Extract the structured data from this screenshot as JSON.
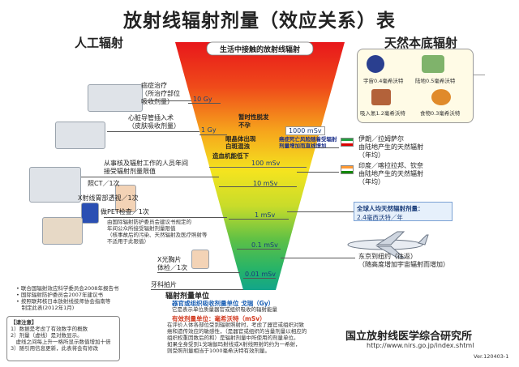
{
  "title": "放射线辐射剂量（效应关系）表",
  "left_heading": "人工辐射",
  "right_heading": "天然本底辐射",
  "funnel_header": "生活中接触的放射线辐射",
  "levels": [
    {
      "label": "10 Gy"
    },
    {
      "label": "1 Gy"
    },
    {
      "label": "1000 mSv"
    },
    {
      "label": "100 mSv"
    },
    {
      "label": "10 mSv"
    },
    {
      "label": "1 mSv"
    },
    {
      "label": "0.1 mSv"
    },
    {
      "label": "0.01 mSv"
    }
  ],
  "funnel_effects": {
    "e1": "暂时性脱发",
    "e2": "不孕",
    "e3": "眼晶体出现",
    "e4": "白斑混浊",
    "e5": "造血机能低下",
    "cancer1": "癌症死亡风险随着受辐射",
    "cancer2": "剂量增加而直线增加"
  },
  "left_items": {
    "cancer_treat": [
      "癌症治疗",
      "（所治疗部位",
      "吸收剂量）"
    ],
    "cardiac": [
      "心脏导管插入术",
      "（皮肤吸收剂量）"
    ],
    "worker": [
      "从事核及辐射工作的人员年间",
      "接受辐射剂量限值"
    ],
    "ct": "照CT／1次",
    "xray_stomach": "X射线胃部透视／1次",
    "pet": "做PET检查／1次",
    "public": [
      "由国际辐射防护委员会建议书规定的",
      "年间公众所接受辐射剂量限值",
      "（核事故后的污染、天然辐射及医疗照射等",
      "不适用于此限值）"
    ],
    "chest": [
      "X光胸片",
      "体检／1次"
    ],
    "dental": "牙科拍片"
  },
  "right_items": {
    "space": "宇宙0.4毫希沃特",
    "ground": "陆地0.5毫希沃特",
    "radon": "吸入氡1.2毫希沃特",
    "food": "食物0.3毫希沃特",
    "iran": [
      "伊朗／拉姆萨尔",
      "由陆地产生的天然辐射",
      "（年均）"
    ],
    "india": [
      "印度／喀拉拉邦、钦奈",
      "由陆地产生的天然辐射",
      "（年均）"
    ],
    "global_avg_title": "全球人均天然辐射剂量：",
    "global_avg_value": "2.4毫西沃特／年",
    "flight": [
      "东京到纽约（往返）",
      "（随高度增加宇宙辐射而增加）"
    ]
  },
  "notes": [
    "• 联合国辐射效应科学委员会2008年报告书",
    "• 国际辐射防护委员会2007年建议书",
    "• 按照联邦核日本放射线技师协会指南等",
    "　制定此表(2012年1月)"
  ],
  "legend_box": {
    "title": "【请注意】",
    "lines": [
      "1）数据是考虑了有效数字的概数",
      "2）剂量（虚线）是对数显示。",
      "　虚线之间每上升一格所显示数值增加十倍",
      "3）随引用信息更新，此表将会有修改"
    ]
  },
  "units": {
    "heading": "辐射剂量单位",
    "absorbed": "器官或组织吸收剂量单位 戈瑞（Gy）",
    "absorbed_desc": "它是表示单位质量器官或组织吸收的辐射能量",
    "effective": "有效剂量单位：毫希沃特（mSv）",
    "effective_desc": [
      "在评价人体各部位受到辐射照射时，考虑了器官或组织对致",
      "癌和遗传效应的敏感性，（是器官或组织的当量剂量以相应的",
      "组织权重因数后的和）是辐射剂量中所使用的剂量单位。",
      "如果全身受到1戈瑞伽玛射线或X射线照射的约为一希射，",
      "则受照剂量相当于1000毫希沃特有效剂量。"
    ]
  },
  "institute": "国立放射线医学综合研究所",
  "url": "http://www.nirs.go.jp/index.shtml",
  "version": "Ver.120403-1"
}
